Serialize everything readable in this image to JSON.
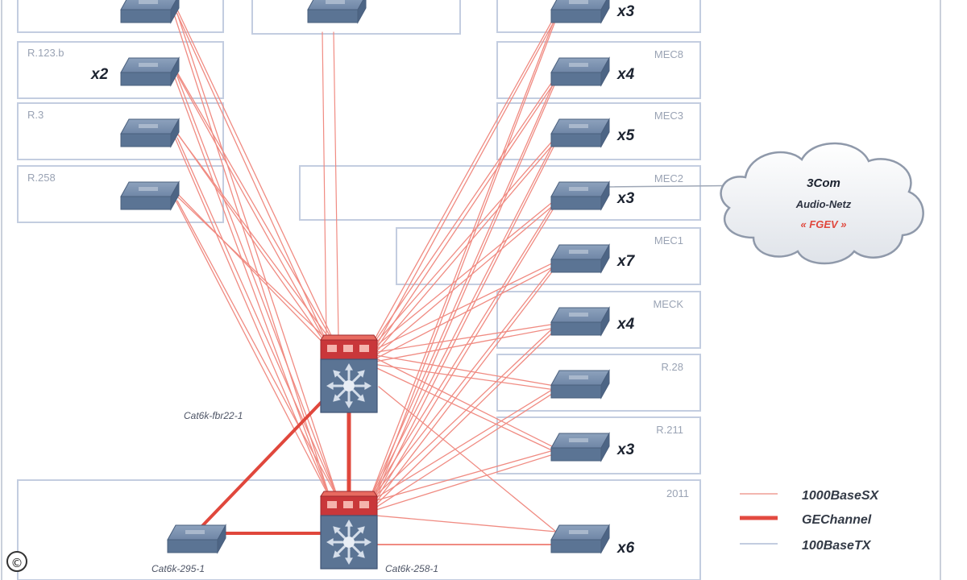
{
  "diagram": {
    "rooms": [
      {
        "id": "r1",
        "label": ""
      },
      {
        "id": "r2",
        "label": "R.123.b"
      },
      {
        "id": "r3",
        "label": "R.3"
      },
      {
        "id": "r4",
        "label": "R.258"
      },
      {
        "id": "r5",
        "label": ""
      },
      {
        "id": "r6",
        "label": ""
      },
      {
        "id": "r7",
        "label": "MEC8"
      },
      {
        "id": "r8",
        "label": "MEC3"
      },
      {
        "id": "r9",
        "label": "MEC2"
      },
      {
        "id": "r10",
        "label": "MEC1"
      },
      {
        "id": "r11",
        "label": "MECK"
      },
      {
        "id": "r12",
        "label": "R.28"
      },
      {
        "id": "r13",
        "label": "R.211"
      },
      {
        "id": "r14",
        "label": "2011"
      }
    ],
    "switches": [
      {
        "id": "s1",
        "mult": ""
      },
      {
        "id": "s2",
        "mult": "x2"
      },
      {
        "id": "s3",
        "mult": ""
      },
      {
        "id": "s4",
        "mult": ""
      },
      {
        "id": "s5",
        "mult": ""
      },
      {
        "id": "s6",
        "mult": "x3"
      },
      {
        "id": "s7",
        "mult": "x4"
      },
      {
        "id": "s8",
        "mult": "x5"
      },
      {
        "id": "s9",
        "mult": "x3"
      },
      {
        "id": "s10",
        "mult": "x7"
      },
      {
        "id": "s11",
        "mult": "x4"
      },
      {
        "id": "s12",
        "mult": ""
      },
      {
        "id": "s13",
        "mult": "x3"
      },
      {
        "id": "s14",
        "mult": "x6"
      },
      {
        "id": "s15",
        "mult": ""
      }
    ],
    "core_switches": [
      {
        "id": "c1",
        "label": "Cat6k-fbr22-1"
      },
      {
        "id": "c2",
        "label": "Cat6k-258-1"
      }
    ],
    "access_label": "Cat6k-295-1",
    "cloud": {
      "line1": "3Com",
      "line2": "Audio-Netz",
      "line3": "« FGEV »"
    },
    "legend": [
      {
        "label": "1000BaseSX",
        "color": "#f3b6b0",
        "width": 2
      },
      {
        "label": "GEChannel",
        "color": "#e34a40",
        "width": 5
      },
      {
        "label": "100BaseTX",
        "color": "#c3cde0",
        "width": 2
      }
    ],
    "colors": {
      "fiber": "#f08b82",
      "channel": "#e0473c",
      "room_border": "#c3cde0",
      "switch": "#5b7494",
      "core_top": "#c9373a"
    }
  },
  "copyright_symbol": "©"
}
